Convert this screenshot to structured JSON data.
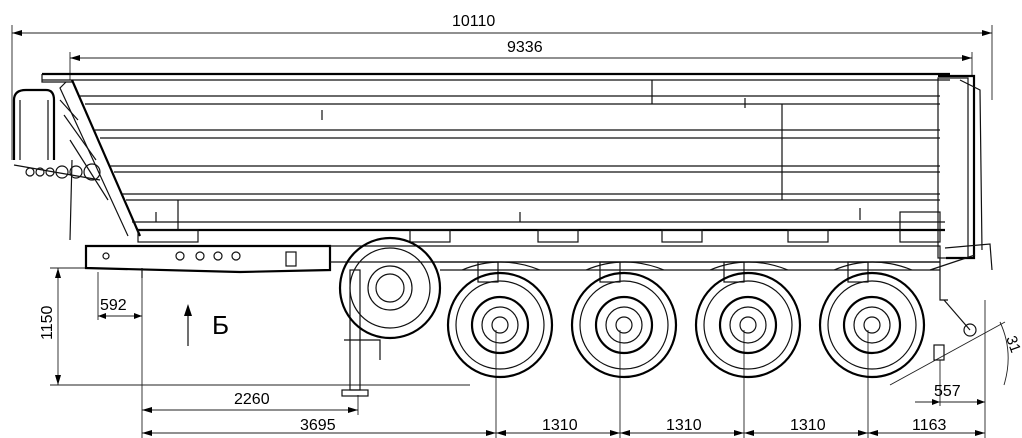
{
  "dimensions": {
    "overall_length": "10110",
    "body_length": "9336",
    "height_1150": "1150",
    "front_overhang": "592",
    "kingpin_to_support": "2260",
    "kingpin_to_axle": "3695",
    "axle_spacing_1": "1310",
    "axle_spacing_2": "1310",
    "axle_spacing_3": "1310",
    "rear_overhang": "1163",
    "rear_step": "557",
    "angle": "31"
  },
  "view_label": "Б",
  "colors": {
    "line": "#000000",
    "background": "#ffffff"
  },
  "axles": {
    "count": 4
  }
}
